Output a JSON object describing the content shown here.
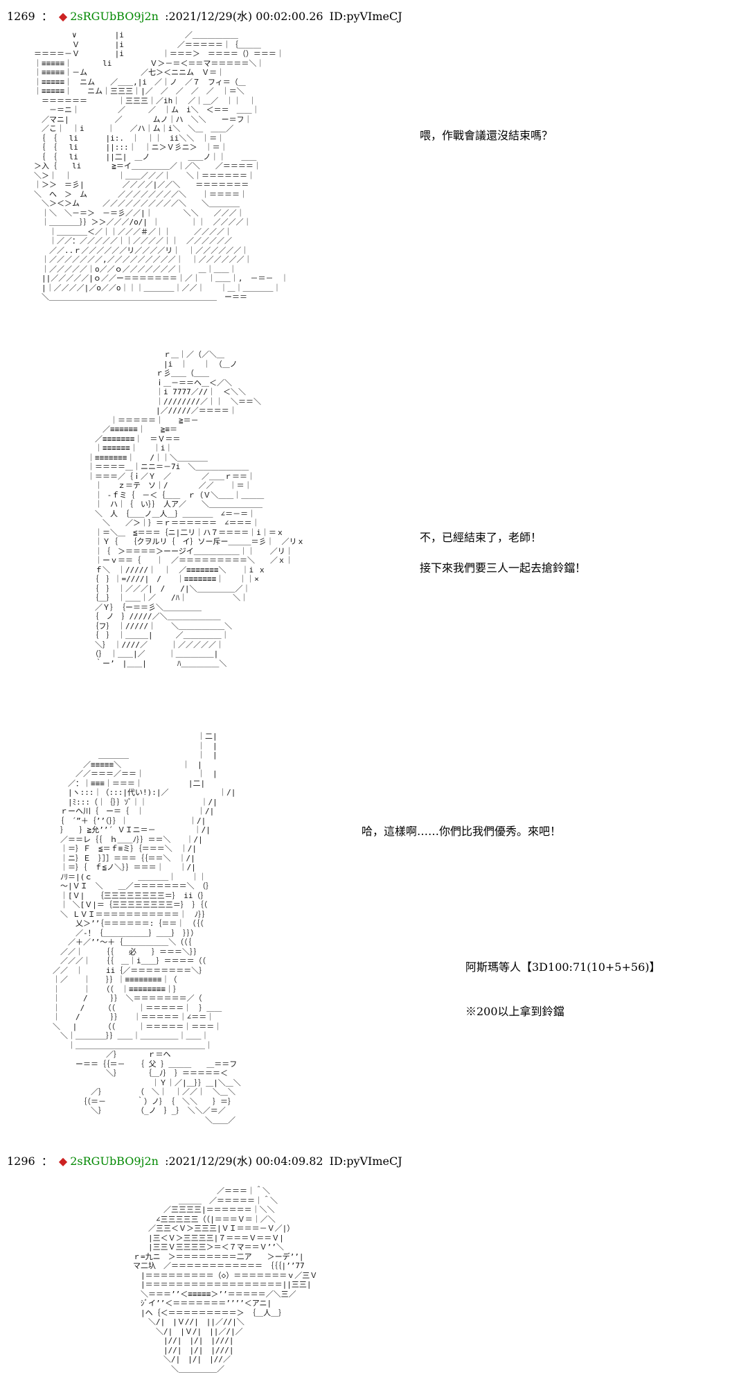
{
  "page": {
    "background": "#ffffff",
    "text_color": "#000000",
    "tripcode_color": "#008800",
    "diamond_color": "#cc2222"
  },
  "post1": {
    "header": {
      "number": "1269",
      "sep": "：",
      "diamond": "◆",
      "trip": "2sRGUbBO9j2n",
      "datetime": ":2021/12/29(水) 00:02:00.26",
      "id": "ID:pyVImeCJ"
    },
    "dialogue1": "喂，作戰會議還沒結束嗎？",
    "dialogue2a": "不，已經結束了，老師！",
    "dialogue2b": "接下來我們要三人一起去搶鈴鐺！",
    "dialogue3a": "哈，這樣啊……你們比我們優秀。來吧！",
    "roll_text": "阿斯瑪等人【3D100:71(10+5+56)】",
    "roll_note": "※200以上拿到鈴鐺",
    "aa1": [
      "　　　　　　∨　　　　　|i　　　　　　　　／＿＿＿＿＿＿",
      "　　　　　　Ｖ　　　　 |i　　　　　　　／＝＝＝＝＝｜｛＿＿＿",
      "　＝＝＝＝－Ｖ　　　　 |i　　　　　｜＝＝＝＞　＝＝＝＝（）＝＝＝｜",
      "　｜≡≡≡≡≡｜　　　　li　　　　　Ｖ＞－＝＜＝＝マ＝＝＝＝＝＼｜",
      "　｜≡≡≡≡≡｜－ム　　　　　　　／七＞＜ニニム　Ｖ＝｜",
      "　｜≡≡≡≡≡｜　ニム　　／＿＿,|i　／｜ノ　／７　フィ＝（＿",
      "　｜≡≡≡≡≡｜　　ニム｜三三三｜|／　／　／　／　／　｜＝＼",
      "　　＝＝＝＝＝＝　　　　｜三三三｜／ih｜　／｜＿／　｜｜　｜",
      "　　　－＝ニ｜　　　　　／　　　／　｜ム　i＼　＜＝＝　＿＿｜",
      "　　／マニ|　　　　　　／　　　　ムノ｜ハ　＼＼　　ー＝フ｜",
      "　　／こ｜　｜i　　　｜　　／ハ｜ム｜i＼　＼＿　＿＿／",
      "　　｛　｛　 li　　　 |i:.　｜　｜｜　ii＼＼　｜＝｜",
      "　　｛　｛　 li　　　 ||:::｜　｜ニ＞Ｖ彡ニ＞　｜＝｜",
      "　　｛　｛　 li　　　 ||二|　＿ノ　　　　　＿＿ノ｜｜　　＿＿",
      "　＞入｛　　li　　　　≧＝イ＿＿＿＿＿／｜／＼　　／＝＝＝＝｜",
      "　＼＞｜　｜　　　　　　｜＿＿／／／｜　　＼｜＝＝＝＝＝＝｜",
      "　｜＞＞　＝彡|　　　　　／／／／|／／＼　　＝＝＝＝＝＝＝",
      "　＼　へ　＞　ム　　　　／／／／／／／／＼　　｜＝＝＝＝｜",
      "　　＼＞＜＞ム　　　／／／／／／／／／／＼　　＼＿＿＿＿",
      "　　｜＼　＼－＝＞　－＝彡／／|｜　　　　＼＼　　／／／｜",
      "　　｜＿＿＿＿｝｝＞＞／／／/o/| ｜　　　　｜｜　／／／／｜",
      "　　　｜＿＿＿＿＜／｜｜／／／＃／｜｜　　　／／／／｜",
      "　　　｜／／：／／／／／｜｜／／／／｜｜　／／／／／／",
      "　　　／／..ｒ／／／／／／リ／／／／リ｜　｜／／／／／／｜",
      "　　｜／／／／／／／,／／／／／／／／／｜　｜／／／／／／｜",
      "　　｜／／／／／｜o／／ｏ／／／／／／／｜　　＿｜＿＿｜",
      "　　||／／／／／|ｏ／／ー＝＝＝＝＝＝＝｜／｜　｜＿＿｜,　－＝－　｜",
      "　　|｜／／／／|／o／／o｜｜｜＿＿＿＿｜／／｜　　｜＿｜＿＿＿＿｜",
      "　　＼＿＿＿＿＿＿＿＿＿＿＿＿＿＿＿＿＿＿＿＿＿＿　ー＝＝"
    ],
    "aa2": [
      "　　　　　　　　　　　ｒ＿｜／（／＼＿",
      "　　　　　　　　　　　|i　｜　　｜　（＿ノ",
      "　　　　　　　　　　ｒ彡＿＿（＿＿",
      "　　　　　　　　　　ｉ＿－＝＝ヘ＿＜／＼",
      "　　　　　　　　　　｜i 7777／//｜　＜＼＼",
      "　　　　　　　　　　｜////////／｜｜　＼＝＝＼",
      "　　　　　　　　　　|／/////／＝＝＝＝｜",
      "　　　　｜＝＝＝＝＝｜　　≧＝－",
      "　　　／≡≡≡≡≡≡｜　　≧≡＝",
      "　　／≡≡≡≡≡≡≡｜　＝Ｖ＝＝",
      "　　｜≡≡≡≡≡≡｜　　｜i｜",
      "　｜≡≡≡≡≡≡≡｜　　/｜｜＼＿＿＿＿",
      "　｜＝＝＝＝＿｜ニニ＝－7i　＼＿＿＿＿＿＿＿",
      "　｜＝＝＝／｛ｉ／Ｙ　／　　　　／＿＿ｒ＝＝｜",
      "　　｜　　ｚ＝テ　ソ｜/　　　　／／　　｜＝｜",
      "　　｜ -ｆミ｛　－＜｛＿＿　ｒ（Ｖ＼＿＿｜＿＿＿",
      "　　｜　ハ｜｛　い｝｝　人ア／　　＼＿＿＿＿＿＿＿",
      "　　＼　人　｛＿＿ノ＿人＿｝＿＿＿＿　∠＝－＝｜",
      "　　　＼　　／＞｜｝＝ｒ＝＝＝＝＝＝　∠＝＝＝｜",
      "　　｜＝＼＿　≦＝＝＝｛ニ|二リ｜ハ７＝＝＝＝｜i｜＝ｘ",
      "　　｜Ｙ｛　　｛クヲルリ｛　イ｝ソー斥ー＿＿＿＝彡｜　／リｘ",
      "　　｜｛　＞＝＝＝＝＞ーージイ＿＿＿＿＿＿｜｜　　／リ｜",
      "　　｜ーｖ＝＝｛　　｜　／＝＝＝＝＝＝＝＝＝＼　　／ｘ｜",
      "　　ｆ＼　｜/////｜　｜　／≡≡≡≡≡≡≡＼　　｜i ｘ",
      "　　｛　｝｜=////|　/　　｜≡≡≡≡≡≡≡｜　　｜｜×",
      "　　｛　｝　｜／／／|　/　　/|＼＿＿＿＿＿／｜",
      "　　｛＿｝　｜＿＿｜／　　/ﾊ｜　　　　　　＼｜",
      "　　／Ｙ｝　｛ー＝＝彡＼＿＿＿＿＿",
      "　　｛　ノ　｝/////／＼＿＿＿＿＿＿＿",
      "　　｛フ｝　｜/////｜　　＼＿＿＿＿＿＿＼",
      "　　｛　｝　｜＿＿＿|　　　／＿＿＿＿＿｜",
      "　　＼｝　｜////／　　　｜／／／／／｜",
      "　　（｝　｜＿＿|／　　　｜＿＿＿＿＿|",
      "　　｀ー’　|＿＿|　　　　ﾊ＿＿＿＿＿＼"
    ],
    "aa3": [
      "　　　　　　　　　　　　　　　　　　　　｜二|",
      "　　　　　　　　　　　　　　　　　　　　｜　|",
      "　　　　　　　＿＿＿＿　　　　　　　　　｜　|",
      "　　　　　／≡≡≡≡≡＼　　　　　　　　｜　|",
      "　　　　／／＝＝＝／＝＝｜　　　　　　　｜　|",
      "　　　／：｜≡≡≡｜＝＝＝｜　　　　　　|二|",
      "　　　|ヽ:::｜（:::|代い!):|／　　　　　　 ｜/|",
      "　　　|ﾐ:::（｜｛｝｝ｿﾞ｜｜　　　　　　　｜/|",
      "　　ｒーヘ川｛　ー＝｛　｜　　　　　　　｜/|",
      "　　｛　´”＋｛’’（｝｝｜　　　　　　　　｜/|",
      "　　｝　　｝≧允’’´ ＶＩニ＝－　　　　　｜/|",
      "　　／＝＝レ｛｛　ｈ＿＿ﾉ｝｝＝＝＼　　｜/|",
      "　　｜＝｝Ｆ　≦＝ｆ≡ミ｝｛＝＝＝＼　｜/|",
      "　　｜ニ｝Ｅ　｝］］＝＝＝｛｛＝＝＼　｜/|",
      "　　｜＝｝｛　ｆ≦ノ＼｝｝＝＝＝｜　　｜/|",
      "　　ﾉﾘ＝|(ｃ　　　　　　＿＿＿＿｜　　｜｜",
      "　　～|ＶＩ　＼　　＿／＝＝＝＝＝＝＝＼　（｝",
      "　　｜[Ｖ|　　｛三三三三三三三三＝｝　ii（｝",
      "　　｜ ＼[Ｖ|＝｛三三三三三三三三＝｝　｝｛（",
      "　　＼ ＬＶＩ＝＝＝＝＝＝＝＝＝＝＝｜　ﾉ｝｝",
      "　　　　乂＞’’｛＝＝＝＝＝＝:｛＝＝｜　（｛（",
      "　　　　／-！｛＿＿＿＿＿＿｝＿＿｝　｝｝）",
      "　　　／＋／’’～＋｛＿＿＿＿＿＿＼（（｛",
      "　　／／｜　　　｛｛　　必　　｝＝＝＝＼｝｝",
      "　　／／／｜　　｛｛　＿｜i＿＿｝＝＝＝＝（（",
      "　／／　｜　　　ii｛／＝＝＝＝＝＝＝＝＼｝",
      "　｜／　　｜　　｝｝｜≡≡≡≡≡≡≡≡｜（",
      "　｜　　　｜　　（（　｜≡≡≡≡≡≡≡≡｜｝",
      "　｜　　　/　　　｝｝　＼＝＝＝＝＝＝＝／（",
      "　｜　　 /　　　（（　　　｜＝＝＝＝＝｜　｝＿＿",
      "　｜　　/　　　　｝｝　　｜＝＝＝＝＝｜∠＝＝｜",
      "　＼　 |　　　　（（　　　｜＝＝＝＝＝｜＝＝＝｜",
      "　　＼｜＿＿＿＿｝｝＿＿｜＿＿＿＿＿｜＿＿｜",
      "　　　｜＿＿＿＿＿＿＿＿＿＿＿＿＿＿＿＿＿｜",
      "　　　　　　　　／｝　　　　ｒ＝ヘ",
      "　　　　ー＝＝｛｛＝－　　｛ 父 ｝＿＿＿　　＿＝＝フ",
      "　　　　　　　　＼｝　　　　｛＿ﾉ｝　｝＝＝＝＝＝＜",
      "　　　　　　　　　　　　　　｜Ｙ｜／|＿｝｝＿|＼＿＼",
      "　　　　　　／｝　　　　　（　＼｜　｜／／｜　＼＿＼",
      "　　　　　｛（＝－　　　　｀）ノ｝　｛　＼＼　　｝＝｝",
      "　　　　　　＼｝　　　　　（_ノ　｝_｝　＼＼／＝／",
      "　　　　　　　　　　　　　　　　　　　　　＼＿＿／"
    ]
  },
  "post2": {
    "header": {
      "number": "1296",
      "sep": "：",
      "diamond": "◆",
      "trip": "2sRGUbBO9j2n",
      "datetime": ":2021/12/29(水) 00:04:09.82",
      "id": "ID:pyVImeCJ"
    },
    "aa1": [
      "　　　　　　　　　　　　　／＝＝＝｜＾＼",
      "　　　　　　　　＿＿＿　／＝＝＝＝＝｜＾＼",
      "　　　　　　／三三三三|＝＝＝＝＝＝｜＼＼",
      "　　　　　∠三三三三三（（|＝＝＝Ｖ＝｜／＼",
      "　　　　／三三＜Ｖ＞三三三|ＶＩ＝＝＝－Ｖ／|）",
      "　　　　|三＜Ｖ＞三三三三|７＝＝＝Ｖ＝＝Ｖ|",
      "　　　　|三三Ｖ三三三三＞＝＜７マ＝＝Ｖ’’＼",
      "　　ｒ=九ニ　＞＝＝＝＝＝＝＝＝二ア　　＞ーデ’’|",
      "　　マ二圦　／＝＝＝＝＝＝＝＝＝＝＝＝　｛｛｛|’’77",
      "　　　|＝＝＝＝＝＝＝＝＝（◇）＝＝＝＝＝＝＝ｖ／三Ｖ",
      "　　　|＝＝＝＝＝＝＝＝＝＝＝＝＝＝＝＝＝＝||三三|",
      "　　　＼＝＝＝’’＜≡≡≡≡≡＞’’＝＝＝＝＝／＼三／",
      "　　　ｼﾞイ’’＜＝＝＝＝＝＝＝’’’’＜アニ|",
      "　　　|ヘ｛＜＝＝＝＝＝＝＝＝＝＞　｛＿人＿｝",
      "　　　　＼/|　|Ｖ//|　||／//|＼",
      "　　　　　＼/|　|Ｖ/|　||／/|／",
      "　　　　　　|//|　|/|　|///|",
      "　　　　　　|//|　|/|　|///|",
      "　　　　　　＼/|　|/|　|//／",
      "　　　　　　　＼＿＿＿＿＿／"
    ]
  }
}
